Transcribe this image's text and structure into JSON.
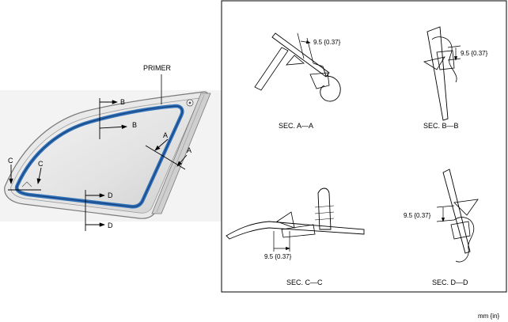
{
  "overview": {
    "primer_label": "PRIMER",
    "section_markers": [
      "A",
      "A",
      "B",
      "B",
      "C",
      "C",
      "D",
      "D"
    ]
  },
  "sections": [
    {
      "caption": "SEC. A—A",
      "dimension": "9.5 {0.37}"
    },
    {
      "caption": "SEC. B—B",
      "dimension": "9.5 {0.37}"
    },
    {
      "caption": "SEC. C—C",
      "dimension": "9.5 {0.37}"
    },
    {
      "caption": "SEC. D—D",
      "dimension": "9.5 {0.37}"
    }
  ],
  "unit_label": "mm {in}"
}
